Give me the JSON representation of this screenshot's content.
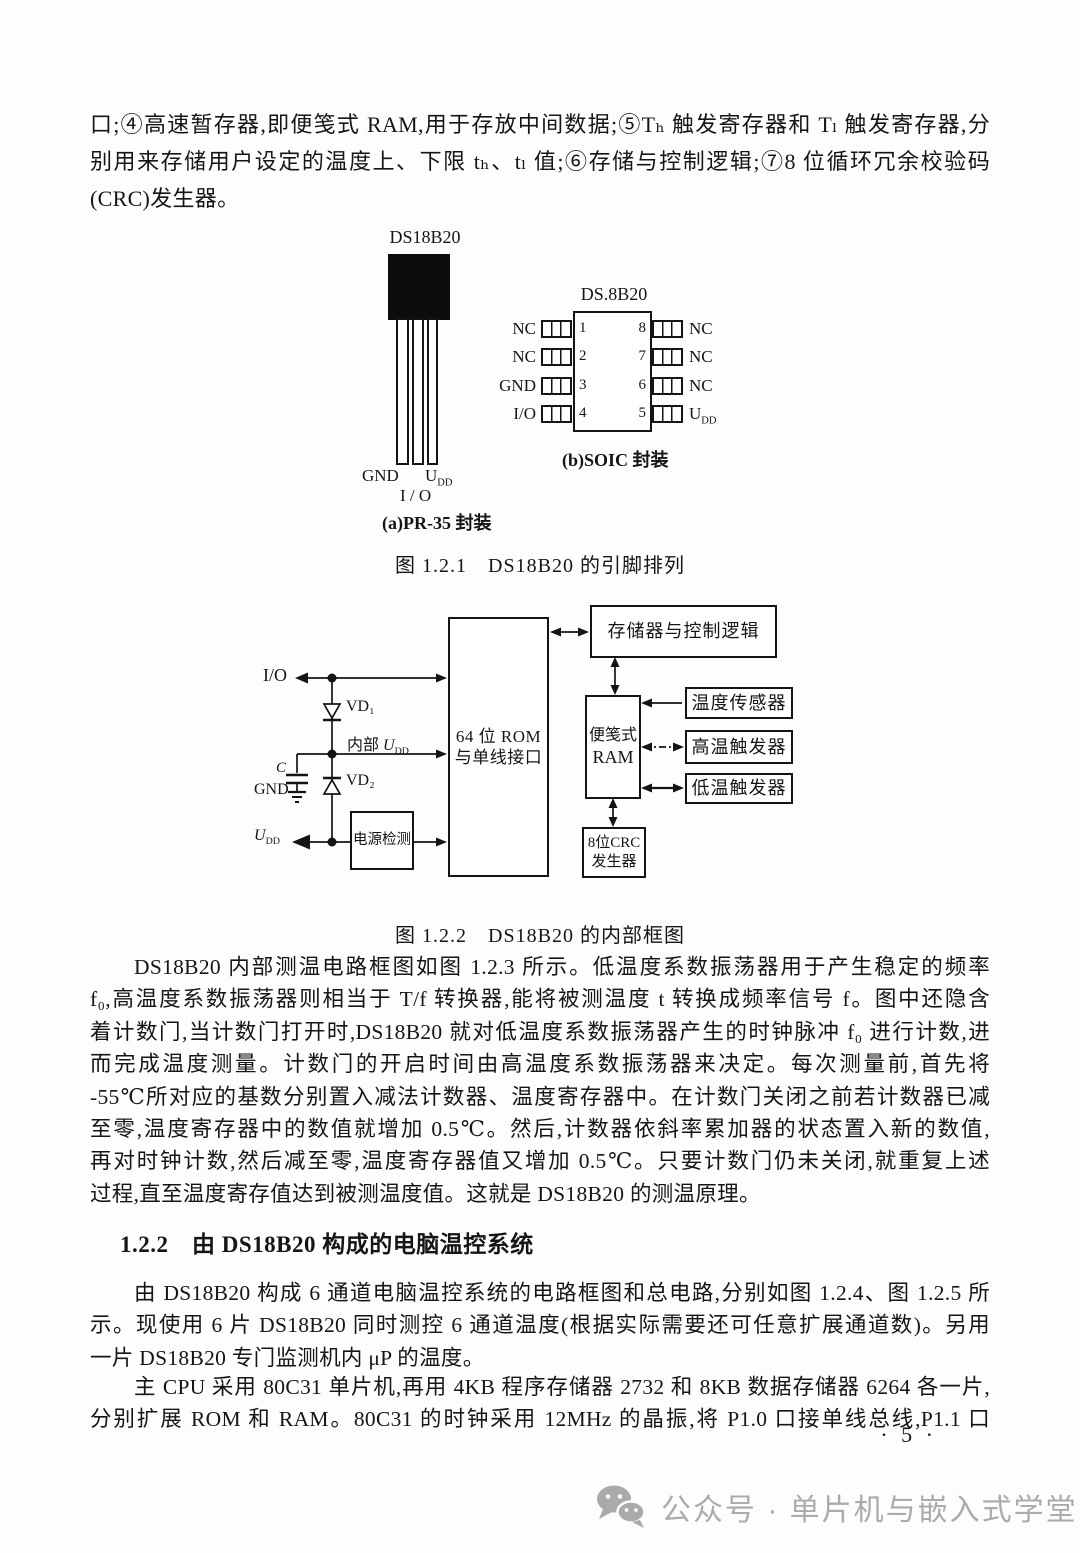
{
  "para1": {
    "lines": [
      "口;④高速暂存器,即便笺式 RAM,用于存放中间数据;⑤Tₕ 触发寄存器和 Tₗ 触发寄存器,分",
      "别用来存储用户设定的温度上、下限 tₕ、tₗ 值;⑥存储与控制逻辑;⑦8 位循环冗余校验码",
      "(CRC)发生器。"
    ]
  },
  "fig1": {
    "caption": "图 1.2.1　DS18B20 的引脚排列",
    "to92": {
      "title": "DS18B20",
      "gnd": "GND",
      "io": "I / O",
      "u": "U",
      "usub": "DD",
      "caption": "(a)PR-35 封装"
    },
    "soic": {
      "title": "DS.8B20",
      "caption": "(b)SOIC 封装",
      "u": "U",
      "usub": "DD",
      "rows": [
        {
          "left": "NC",
          "ln": "1",
          "rn": "8",
          "right": "NC"
        },
        {
          "left": "NC",
          "ln": "2",
          "rn": "7",
          "right": "NC"
        },
        {
          "left": "GND",
          "ln": "3",
          "rn": "6",
          "right": "NC"
        },
        {
          "left": "I/O",
          "ln": "4",
          "rn": "5",
          "right": ""
        }
      ]
    }
  },
  "fig2": {
    "caption": "图 1.2.2　DS18B20 的内部框图",
    "io": "I/O",
    "vd1": "VD₁",
    "vd2": "VD₂",
    "neibu": "内部 ",
    "u": "U",
    "usub": "DD",
    "c": "C",
    "gnd": "GND",
    "power": "电源检测",
    "rom1": "64 位 ROM",
    "rom2": "与单线接口",
    "mem": "存储器与控制逻辑",
    "ram1": "便笺式",
    "ram2": "RAM",
    "sensor": "温度传感器",
    "high": "高温触发器",
    "low": "低温触发器",
    "crc1": "8位CRC",
    "crc2": "发生器"
  },
  "para2": {
    "lines": [
      "DS18B20 内部测温电路框图如图 1.2.3 所示。低温度系数振荡器用于产生稳定的频率",
      "f₀,高温度系数振荡器则相当于 T/f 转换器,能将被测温度 t 转换成频率信号 f。图中还隐含",
      "着计数门,当计数门打开时,DS18B20 就对低温度系数振荡器产生的时钟脉冲 f₀ 进行计数,进",
      "而完成温度测量。计数门的开启时间由高温度系数振荡器来决定。每次测量前,首先将",
      "-55℃所对应的基数分别置入减法计数器、温度寄存器中。在计数门关闭之前若计数器已减",
      "至零,温度寄存器中的数值就增加 0.5℃。然后,计数器依斜率累加器的状态置入新的数值,",
      "再对时钟计数,然后减至零,温度寄存器值又增加 0.5℃。只要计数门仍未关闭,就重复上述",
      "过程,直至温度寄存值达到被测温度值。这就是 DS18B20 的测温原理。"
    ]
  },
  "section": {
    "heading": "1.2.2　由 DS18B20 构成的电脑温控系统"
  },
  "para3": {
    "lines": [
      "由 DS18B20 构成 6 通道电脑温控系统的电路框图和总电路,分别如图 1.2.4、图 1.2.5 所",
      "示。现使用 6 片 DS18B20 同时测控 6 通道温度(根据实际需要还可任意扩展通道数)。另用",
      "一片 DS18B20 专门监测机内 μP 的温度。"
    ]
  },
  "para4": {
    "lines": [
      "主 CPU 采用 80C31 单片机,再用 4KB 程序存储器 2732 和 8KB 数据存储器 6264 各一片,",
      "分别扩展 ROM 和 RAM。80C31 的时钟采用 12MHz 的晶振,将 P1.0 口接单线总线,P1.1 口"
    ]
  },
  "page_number": "· 5 ·",
  "watermark": {
    "label": "公众号 · 单片机与嵌入式学堂"
  }
}
